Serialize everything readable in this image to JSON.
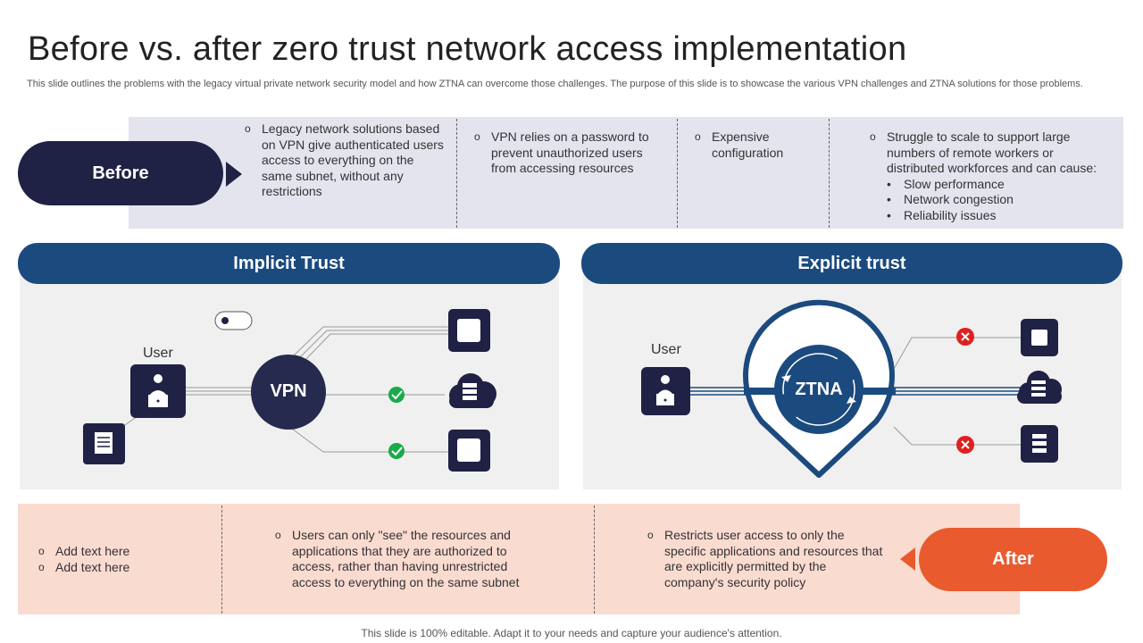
{
  "title": "Before vs. after zero trust network access implementation",
  "subtitle": "This slide outlines the problems with the legacy virtual private network security model and how ZTNA can overcome those challenges. The purpose of this slide is to showcase the various VPN challenges and ZTNA solutions for those problems.",
  "before": {
    "label": "Before",
    "items": [
      "Legacy network solutions based on VPN give authenticated users access to everything on the same subnet, without any restrictions",
      "VPN relies on a password to prevent unauthorized users from accessing resources",
      "Expensive configuration",
      "Struggle to scale to support large numbers of remote workers or distributed workforces and can cause:"
    ],
    "sub_items": [
      "Slow performance",
      "Network congestion",
      "Reliability issues"
    ]
  },
  "implicit": {
    "title": "Implicit  Trust",
    "user_label": "User",
    "hub_label": "VPN"
  },
  "explicit": {
    "title": "Explicit trust",
    "user_label": "User",
    "hub_label": "ZTNA"
  },
  "after": {
    "label": "After",
    "items_col1": [
      "Add text here",
      "Add text here"
    ],
    "item_col2": "Users can only \"see\" the resources and applications that they are authorized to access, rather than having unrestricted access to everything on the same subnet",
    "item_col3": "Restricts user access to only the specific applications and resources that are explicitly permitted by the company's security policy"
  },
  "footer": "This slide is 100% editable. Adapt it to your needs and capture your audience's attention.",
  "colors": {
    "navy": "#1f2244",
    "blue": "#1b4a7f",
    "orange": "#ea5a2f",
    "before_band": "#e4e4ef",
    "after_band": "#fadbd0",
    "check_green": "#1aaa4a",
    "deny_red": "#e02020"
  }
}
